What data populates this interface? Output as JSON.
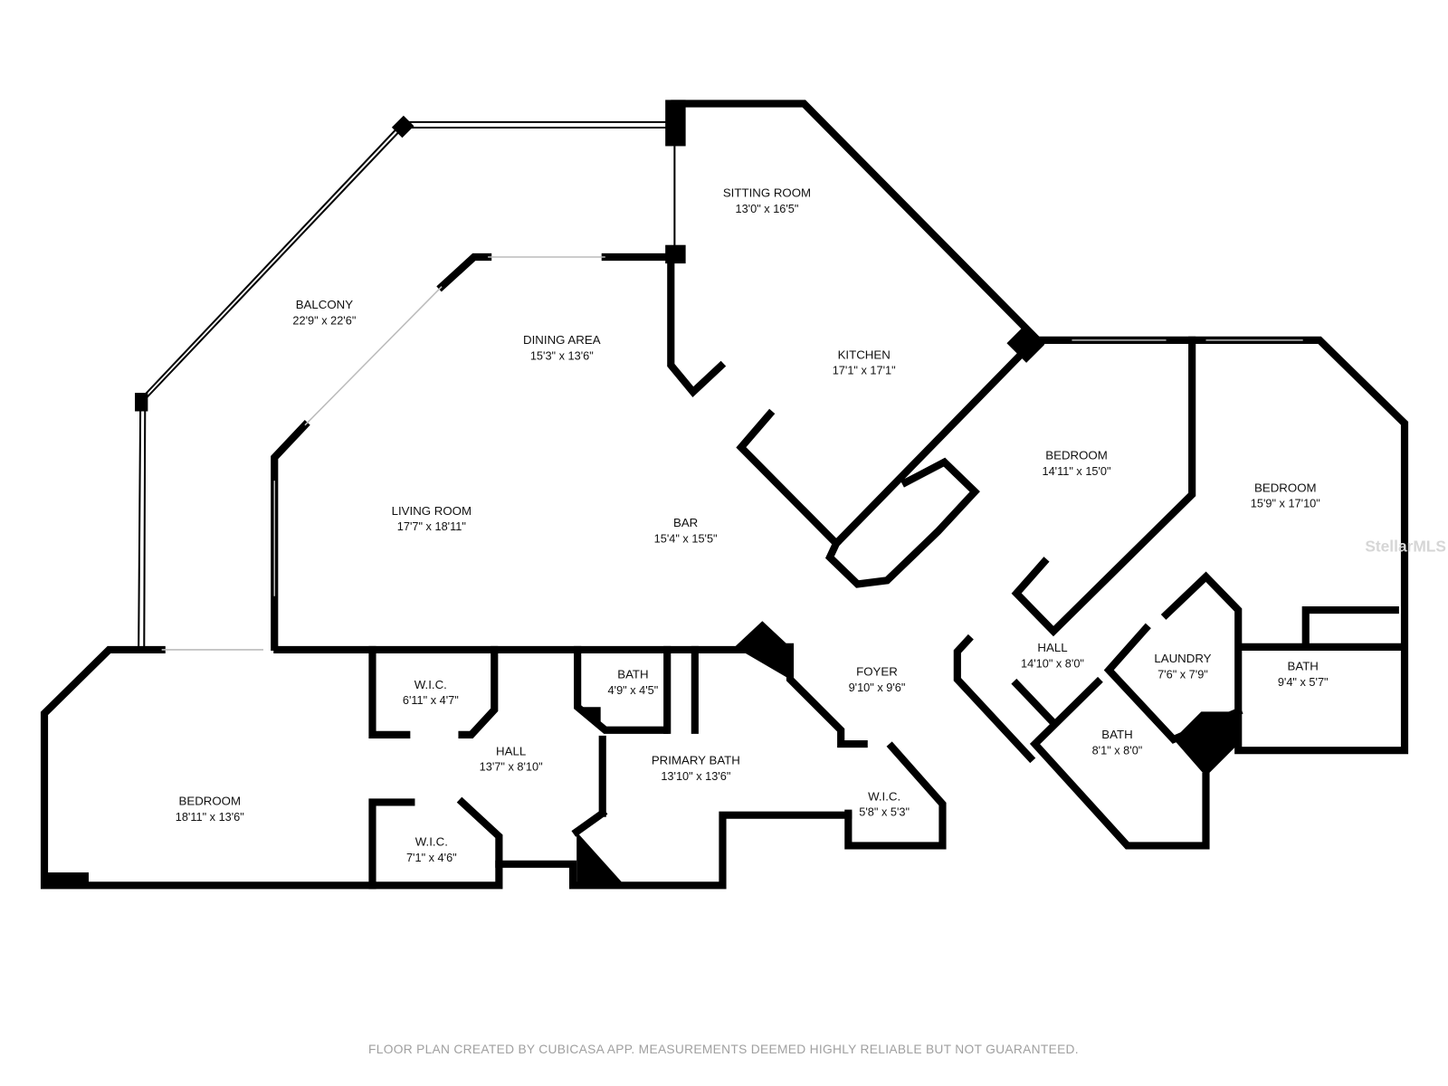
{
  "rooms": [
    {
      "name": "SITTING ROOM",
      "dims": "13'0\" x 16'5\""
    },
    {
      "name": "BALCONY",
      "dims": "22'9\" x 22'6\""
    },
    {
      "name": "DINING AREA",
      "dims": "15'3\" x 13'6\""
    },
    {
      "name": "KITCHEN",
      "dims": "17'1\" x 17'1\""
    },
    {
      "name": "BEDROOM",
      "dims": "14'11\" x 15'0\""
    },
    {
      "name": "BEDROOM",
      "dims": "15'9\" x 17'10\""
    },
    {
      "name": "LIVING ROOM",
      "dims": "17'7\" x 18'11\""
    },
    {
      "name": "BAR",
      "dims": "15'4\" x 15'5\""
    },
    {
      "name": "FOYER",
      "dims": "9'10\" x 9'6\""
    },
    {
      "name": "HALL",
      "dims": "14'10\" x 8'0\""
    },
    {
      "name": "LAUNDRY",
      "dims": "7'6\" x 7'9\""
    },
    {
      "name": "BATH",
      "dims": "9'4\" x 5'7\""
    },
    {
      "name": "BATH",
      "dims": "8'1\" x 8'0\""
    },
    {
      "name": "W.I.C.",
      "dims": "6'11\" x 4'7\""
    },
    {
      "name": "BATH",
      "dims": "4'9\" x 4'5\""
    },
    {
      "name": "HALL",
      "dims": "13'7\" x 8'10\""
    },
    {
      "name": "PRIMARY BATH",
      "dims": "13'10\" x 13'6\""
    },
    {
      "name": "W.I.C.",
      "dims": "5'8\" x 5'3\""
    },
    {
      "name": "BEDROOM",
      "dims": "18'11\" x 13'6\""
    },
    {
      "name": "W.I.C.",
      "dims": "7'1\" x 4'6\""
    }
  ],
  "watermark": "StellarMLS",
  "footer": "FLOOR PLAN CREATED BY CUBICASA APP. MEASUREMENTS DEEMED HIGHLY RELIABLE BUT NOT GUARANTEED."
}
